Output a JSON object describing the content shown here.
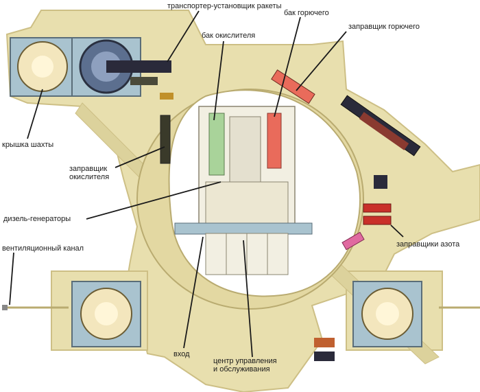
{
  "labels": {
    "transporter": "транспортер-установщик ракеты",
    "oxidizer_tank": "бак окислителя",
    "fuel_tank": "бак горючего",
    "fuel_truck": "заправщик горючего",
    "silo_lid": "крышка шахты",
    "oxidizer_truck": "заправщик\nокислителя",
    "diesel": "дизель-генераторы",
    "vent": "вентиляционный канал",
    "entrance": "вход",
    "control_center": "центр управления\nи обслуживания",
    "nitrogen": "заправщики азота"
  },
  "colors": {
    "ground": "#e8dfae",
    "ground_edge": "#cdbf85",
    "inner": "#ffffff",
    "silo_frame": "#a9c3cf",
    "silo_dome": "#f3e6bd",
    "oxidizer": "#a9d39a",
    "fuel": "#e96b5b",
    "nitrogen": "#c9302a",
    "vehicle_dark": "#2a2a3a",
    "leader": "#1a1a1a"
  },
  "icons": [
    "silo-lid-icon",
    "transporter-icon",
    "truck-icon",
    "building-icon"
  ]
}
